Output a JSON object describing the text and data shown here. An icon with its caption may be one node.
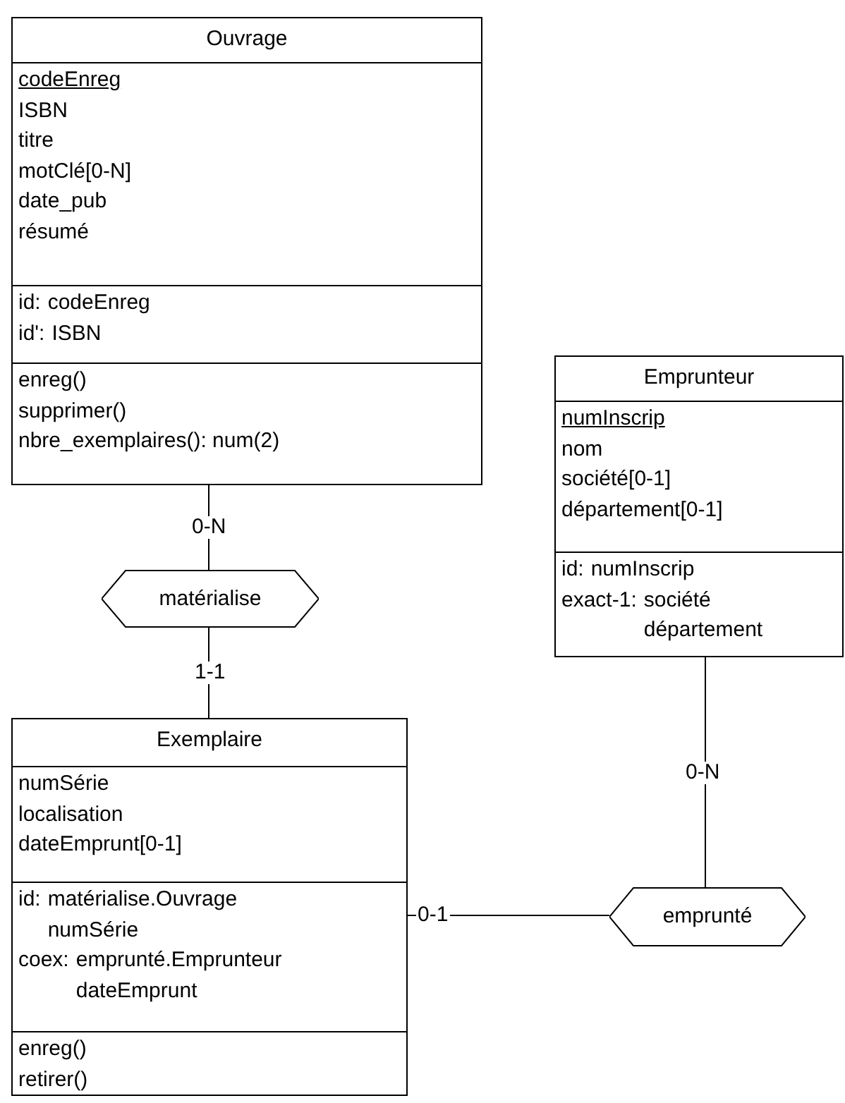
{
  "diagram": {
    "nodes": [
      {
        "text": [
          "Ouvrage"
        ]
      },
      {
        "text": [
          "codeEnreg",
          "ISBN",
          "titre",
          "motClé[0-N]",
          "date_pub",
          "résumé"
        ],
        "in": 0
      },
      {
        "text": [
          "id: codeEnreg",
          "id': ISBN"
        ],
        "in": 0
      },
      {
        "text": [
          "enreg()",
          "supprimer()",
          "nbre_exemplaires(): num(2)"
        ],
        "in": 0
      },
      {
        "text": [
          "matérialise"
        ]
      },
      {
        "text": [
          "Exemplaire"
        ]
      },
      {
        "text": [
          "numSérie",
          "localisation",
          "dateEmprunt[0-1]"
        ],
        "in": 5
      },
      {
        "text": [
          "id: matérialise.Ouvrage numSérie",
          "coex: emprunté.Emprunteur dateEmprunt"
        ],
        "in": 5
      },
      {
        "text": [
          "enreg()",
          "retirer()"
        ],
        "in": 5
      },
      {
        "text": [
          "emprunté"
        ]
      },
      {
        "text": [
          "Emprunteur"
        ]
      },
      {
        "text": [
          "numInscrip",
          "nom",
          "société[0-1]",
          "département[0-1]"
        ],
        "in": 10
      },
      {
        "text": [
          "id: numInscrip",
          "exact-1: société département"
        ],
        "in": 10
      }
    ],
    "edges": [
      {
        "from": 0,
        "to": 4,
        "arrow": "none",
        "label": "0-N"
      },
      {
        "from": 4,
        "to": 5,
        "arrow": "none",
        "label": "1-1"
      },
      {
        "from": 5,
        "to": 9,
        "arrow": "none",
        "label": "0-1"
      },
      {
        "from": 10,
        "to": 9,
        "arrow": "none",
        "label": "0-N"
      }
    ]
  }
}
